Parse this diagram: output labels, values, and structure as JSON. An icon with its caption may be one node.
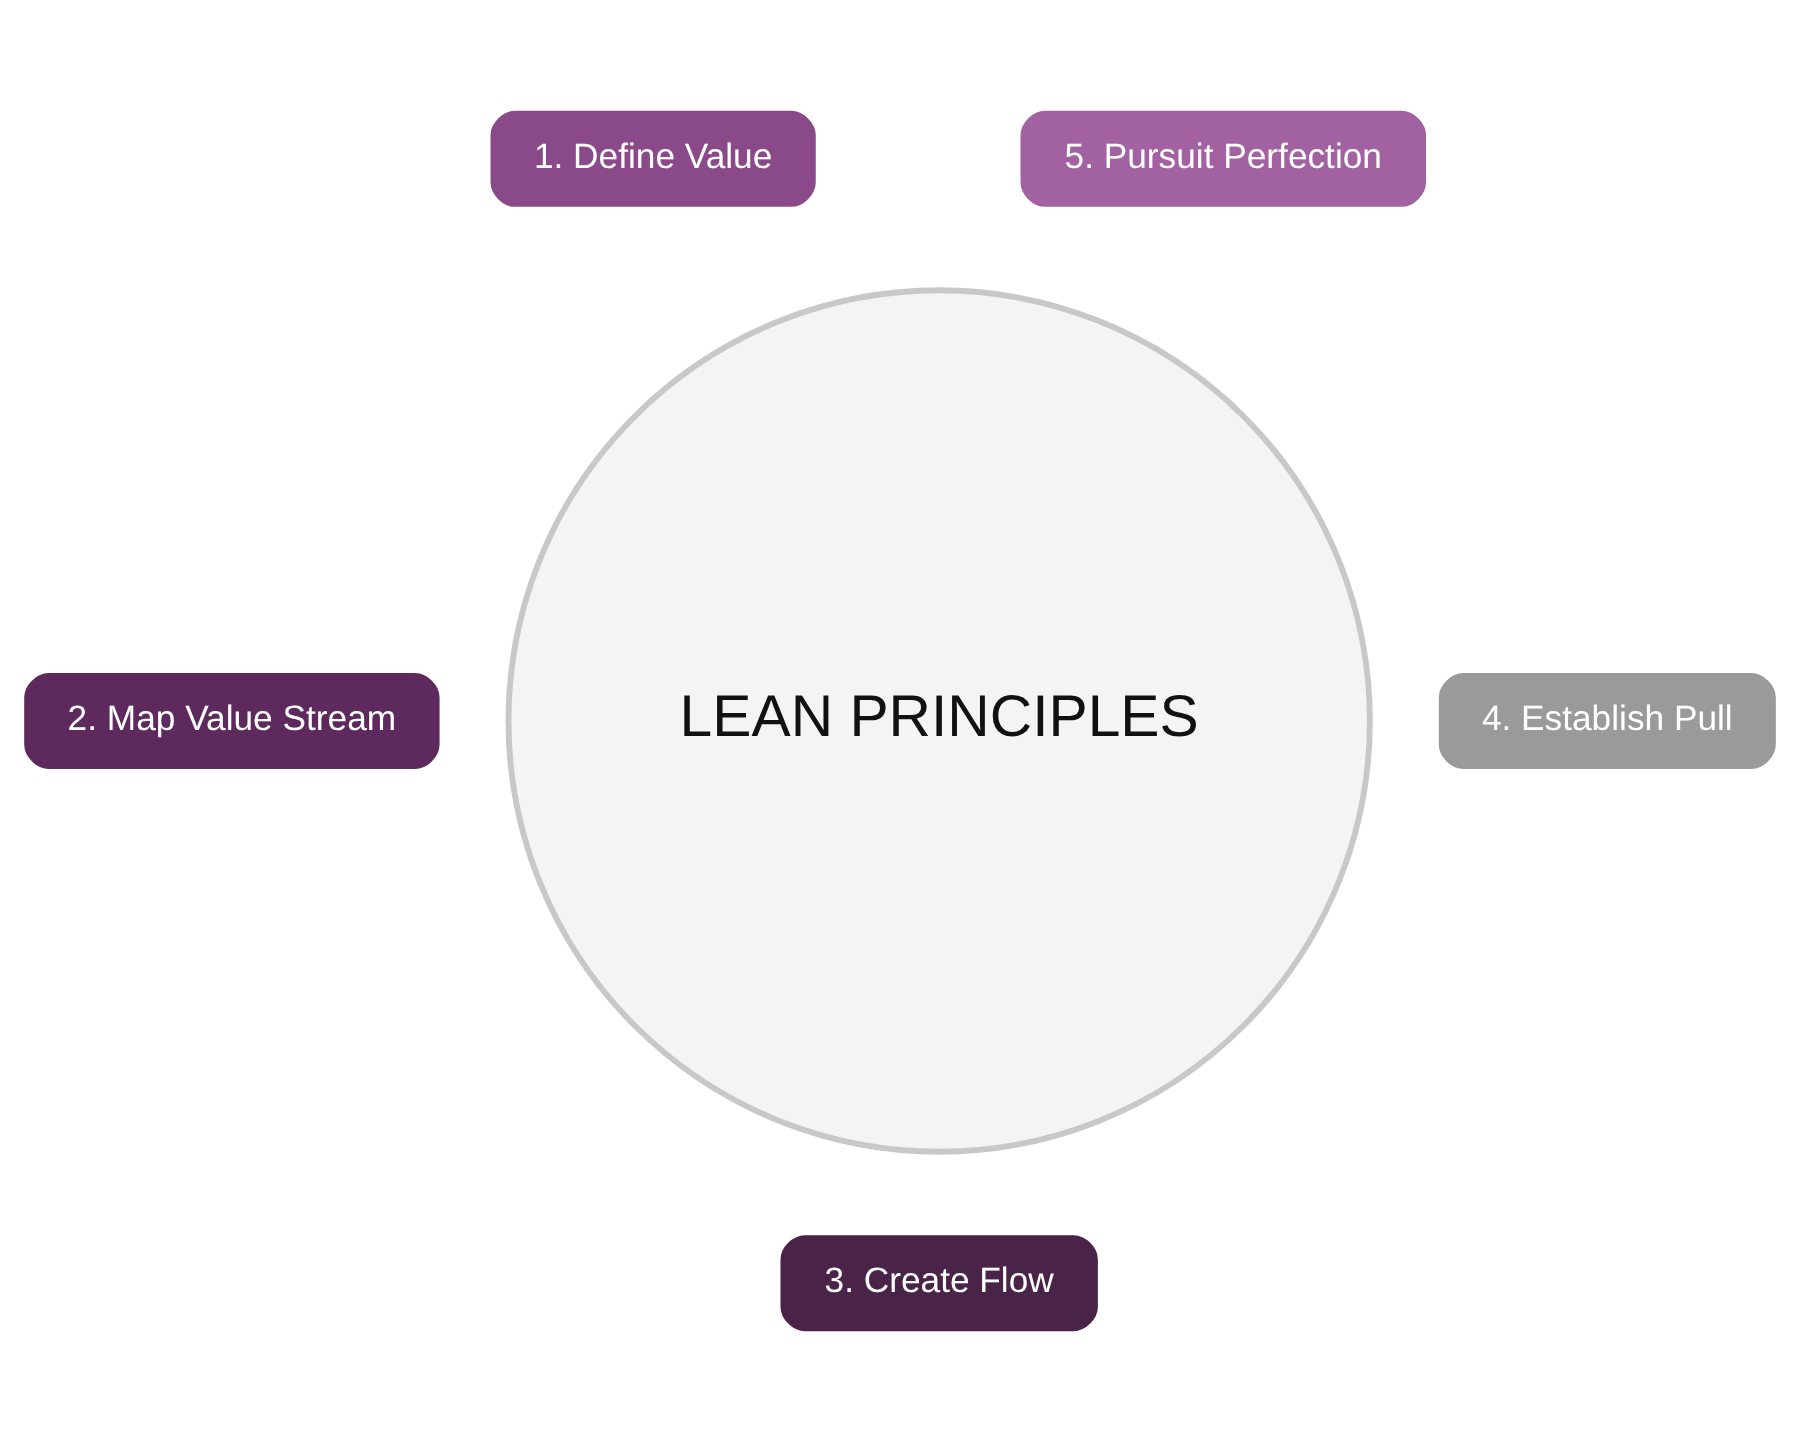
{
  "diagram": {
    "nodes": [
      {
        "text": [
          "LEAN PRINCIPLES"
        ]
      },
      {
        "text": [
          "1. Define Value"
        ]
      },
      {
        "text": [
          "2. Map Value Stream"
        ]
      },
      {
        "text": [
          "3. Create Flow"
        ]
      },
      {
        "text": [
          "4. Establish Pull"
        ]
      },
      {
        "text": [
          "5. Pursuit Perfection"
        ]
      }
    ]
  }
}
